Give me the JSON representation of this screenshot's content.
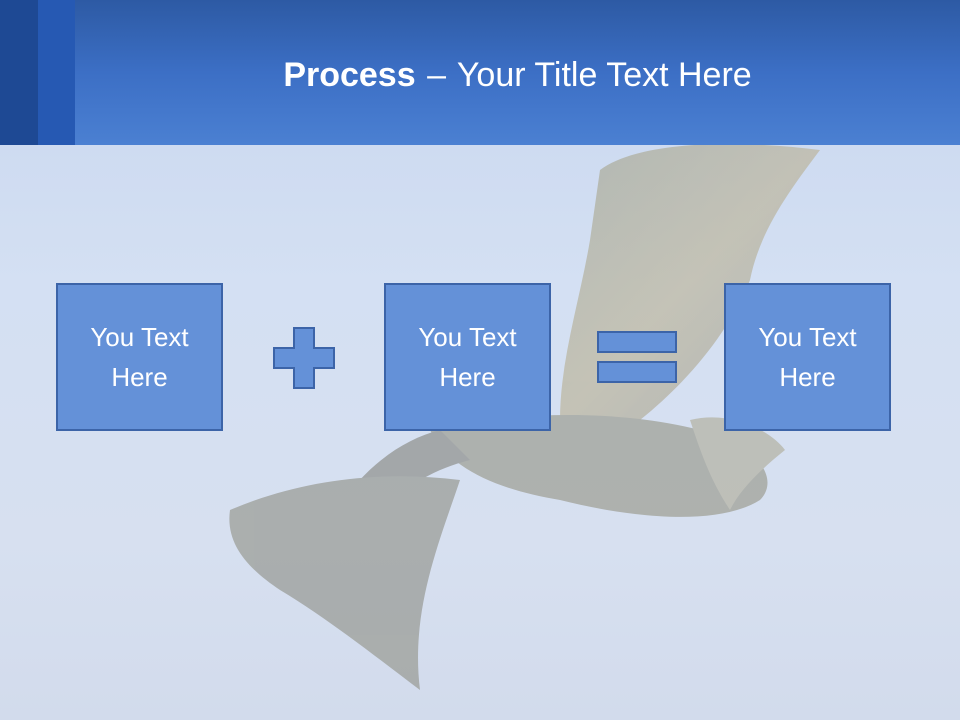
{
  "slide": {
    "title_bold": "Process",
    "title_dash": "–",
    "title_rest": "Your Title Text Here"
  },
  "process": {
    "boxes": [
      {
        "text": "You Text Here"
      },
      {
        "text": "You Text Here"
      },
      {
        "text": "You Text Here"
      }
    ],
    "operators": [
      "plus-icon",
      "equals-icon"
    ]
  },
  "colors": {
    "header": "#3c6fc5",
    "box_fill": "#6491d8",
    "box_border": "#3c64a8",
    "text": "#ffffff"
  }
}
